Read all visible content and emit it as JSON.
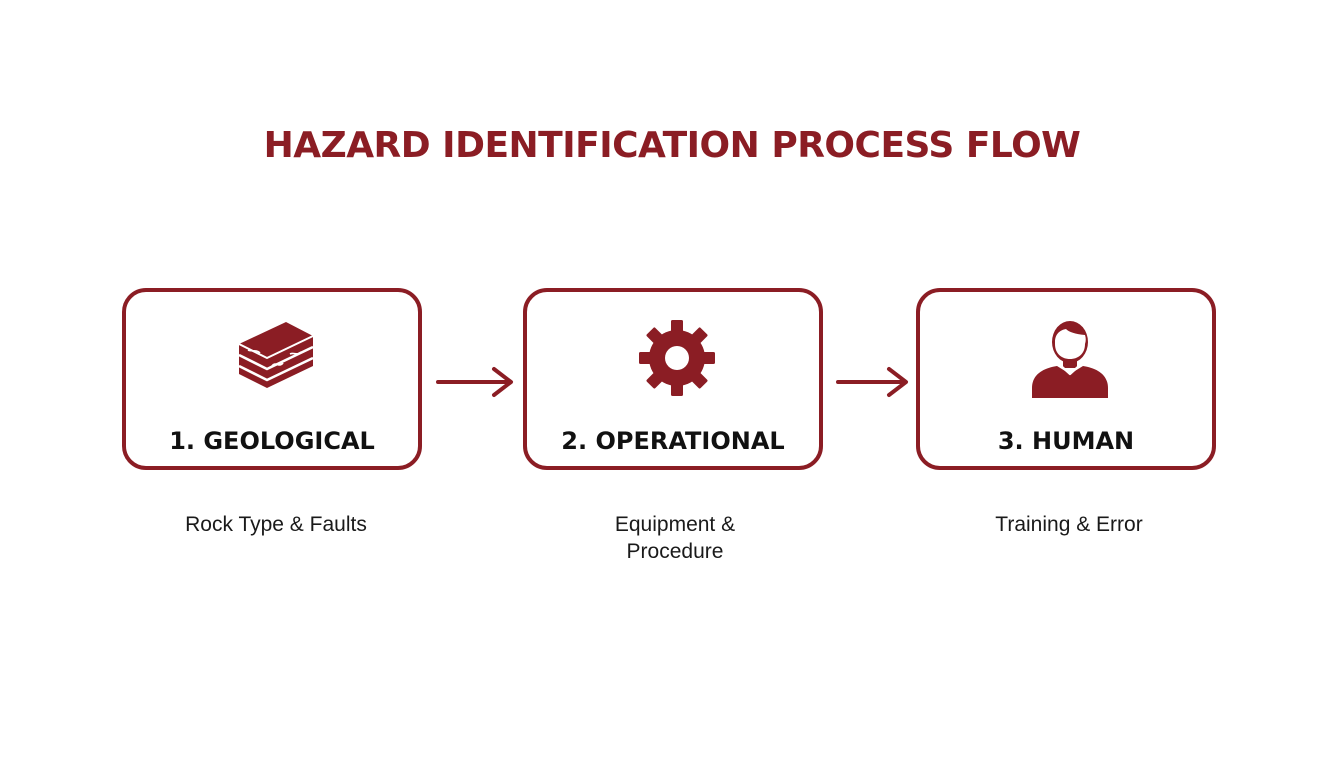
{
  "title": "HAZARD IDENTIFICATION PROCESS FLOW",
  "accent_color": "#8b1d24",
  "steps": [
    {
      "label": "1. GEOLOGICAL",
      "icon": "rock-strata-icon",
      "caption_lines": [
        "Rock Type & Faults"
      ]
    },
    {
      "label": "2. OPERATIONAL",
      "icon": "gear-icon",
      "caption_lines": [
        "Equipment &",
        "Procedure"
      ]
    },
    {
      "label": "3. HUMAN",
      "icon": "person-icon",
      "caption_lines": [
        "Training & Error"
      ]
    }
  ]
}
